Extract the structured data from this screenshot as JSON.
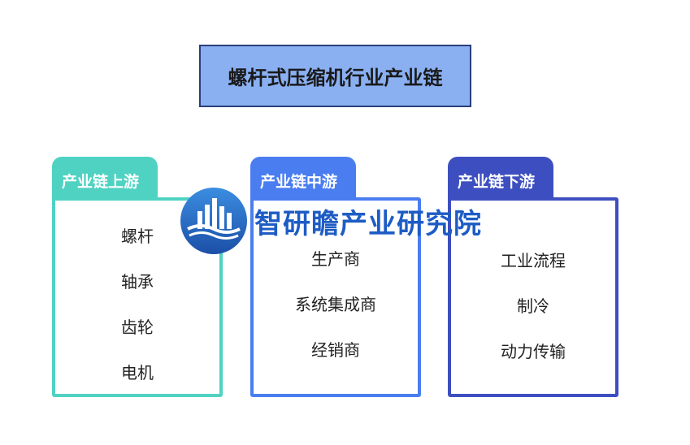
{
  "title": "螺杆式压缩机行业产业链",
  "panels": [
    {
      "label": "产业链上游",
      "color": "#4fd2c2",
      "items": [
        "螺杆",
        "轴承",
        "齿轮",
        "电机"
      ]
    },
    {
      "label": "产业链中游",
      "color": "#4a7df0",
      "items": [
        "生产商",
        "系统集成商",
        "经销商"
      ]
    },
    {
      "label": "产业链下游",
      "color": "#3d4fc0",
      "items": [
        "工业流程",
        "制冷",
        "动力传输"
      ]
    }
  ],
  "watermark": {
    "text": "智研瞻产业研究院",
    "icon": "building-logo-icon"
  }
}
